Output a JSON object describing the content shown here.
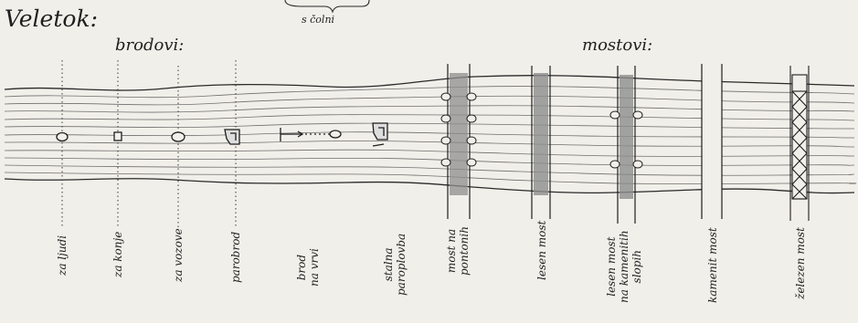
{
  "title": "Veletok:",
  "groups": {
    "fords": "brodovi:",
    "bridges": "mostovi:",
    "brace_note": "s čolni"
  },
  "crossings": [
    {
      "key": "ford-people",
      "label": "za ljudi",
      "category": "ford"
    },
    {
      "key": "ford-horses",
      "label": "za konje",
      "category": "ford"
    },
    {
      "key": "ford-carts",
      "label": "za vozove",
      "category": "ford"
    },
    {
      "key": "ferry",
      "label": "parobrod",
      "category": "ford"
    },
    {
      "key": "rope-ferry",
      "label": "brod\nna vrvi",
      "category": "ford"
    },
    {
      "key": "steam-ferry",
      "label": "stalna\nparoplovba",
      "category": "ford"
    },
    {
      "key": "pontoon-bridge",
      "label": "most na\npontonih",
      "category": "bridge"
    },
    {
      "key": "wooden-bridge",
      "label": "lesen most",
      "category": "bridge"
    },
    {
      "key": "wooden-bridge-stone-piers",
      "label": "lesen most\nna kamenitih\nslopih",
      "category": "bridge"
    },
    {
      "key": "stone-bridge",
      "label": "kamenit most",
      "category": "bridge"
    },
    {
      "key": "iron-bridge",
      "label": "železen most",
      "category": "bridge"
    }
  ],
  "colors": {
    "paper": "#f1efe9",
    "ink": "#1f1f1f",
    "water_lines": "#6f6f6f",
    "bridge_fill": "#8d8d8d"
  }
}
